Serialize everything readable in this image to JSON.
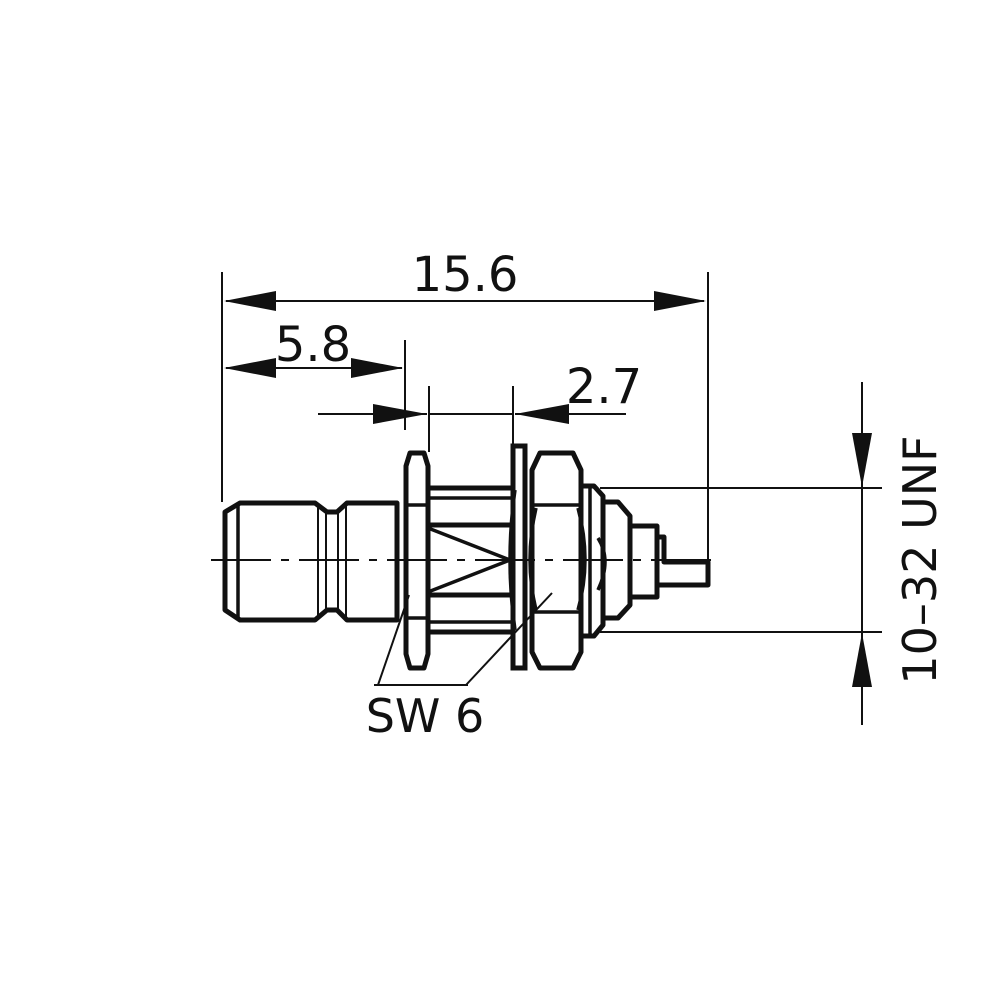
{
  "drawing": {
    "title": "SMB bulkhead jack connector dimension drawing",
    "dimensions": {
      "overall_length": "15.6",
      "front_length": "5.8",
      "panel_thickness": "2.7",
      "thread": "10–32 UNF",
      "wrench_size": "SW 6"
    },
    "units": "mm",
    "colors": {
      "line": "#111111",
      "background": "#ffffff"
    }
  }
}
